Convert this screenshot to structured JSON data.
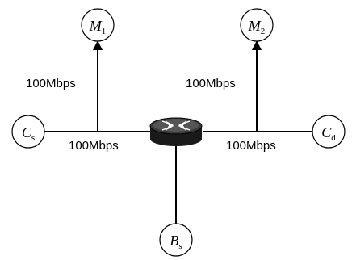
{
  "nodes": {
    "m1": {
      "main": "M",
      "sub": "1"
    },
    "m2": {
      "main": "M",
      "sub": "2"
    },
    "cs": {
      "main": "C",
      "sub": "s"
    },
    "cd": {
      "main": "C",
      "sub": "d"
    },
    "bs": {
      "main": "B",
      "sub": "s"
    }
  },
  "links": {
    "left_vertical": "100Mbps",
    "right_vertical": "100Mbps",
    "left_horizontal": "100Mbps",
    "right_horizontal": "100Mbps"
  },
  "router_icon": "router-icon"
}
